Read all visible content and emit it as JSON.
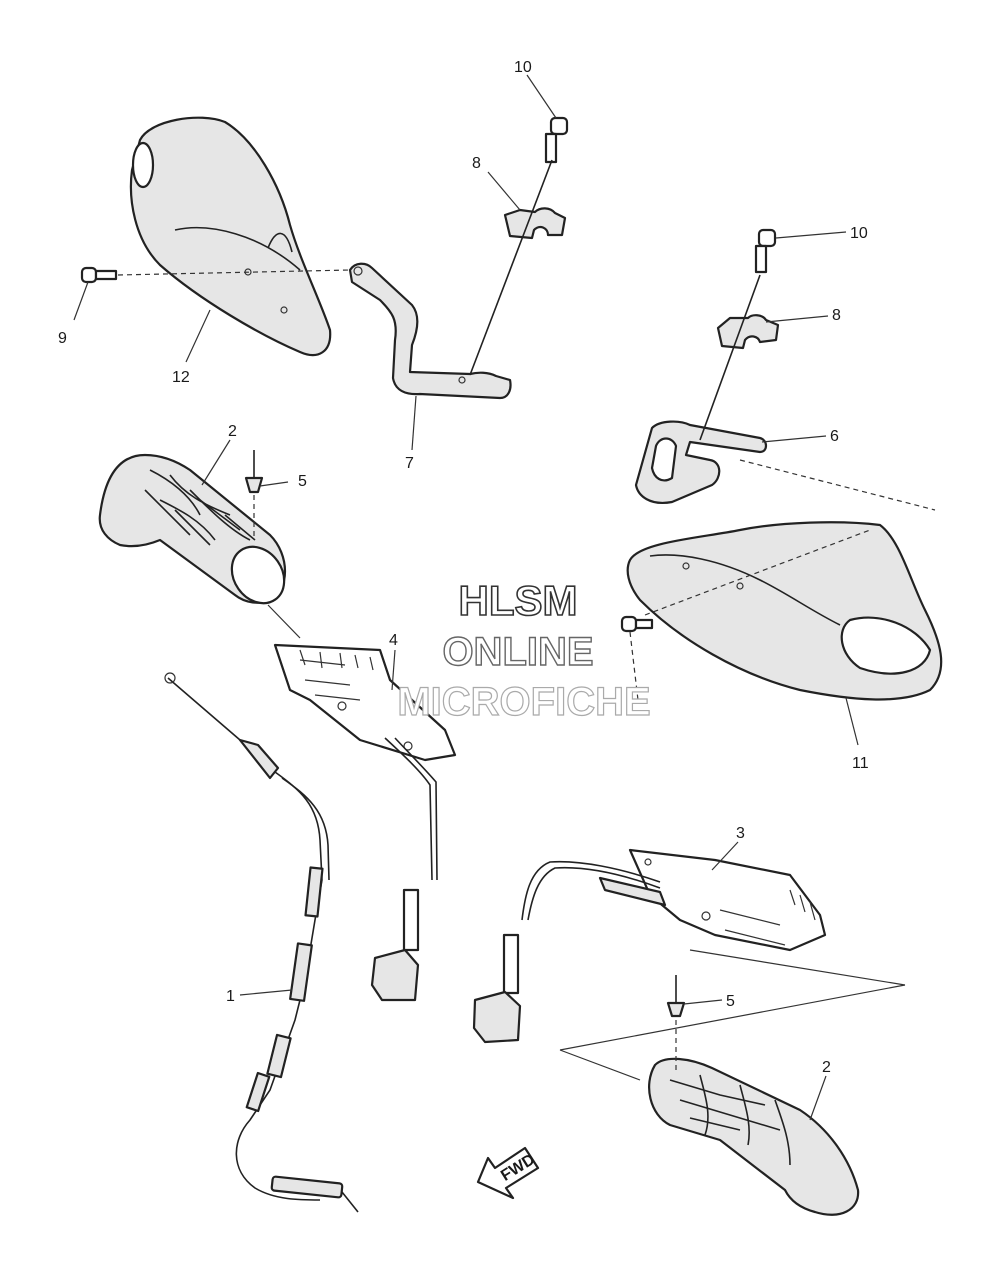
{
  "watermark": {
    "line1": "HLSM",
    "line2": "ONLINE",
    "line3": "MICROFICHE"
  },
  "fwd_label": "FWD",
  "callouts": [
    {
      "id": "c1",
      "text": "1"
    },
    {
      "id": "c2a",
      "text": "2"
    },
    {
      "id": "c2b",
      "text": "2"
    },
    {
      "id": "c3",
      "text": "3"
    },
    {
      "id": "c4",
      "text": "4"
    },
    {
      "id": "c5a",
      "text": "5"
    },
    {
      "id": "c5b",
      "text": "5"
    },
    {
      "id": "c6",
      "text": "6"
    },
    {
      "id": "c7",
      "text": "7"
    },
    {
      "id": "c8a",
      "text": "8"
    },
    {
      "id": "c8b",
      "text": "8"
    },
    {
      "id": "c9",
      "text": "9"
    },
    {
      "id": "c10a",
      "text": "10"
    },
    {
      "id": "c10b",
      "text": "10"
    },
    {
      "id": "c11",
      "text": "11"
    },
    {
      "id": "c12",
      "text": "12"
    }
  ]
}
